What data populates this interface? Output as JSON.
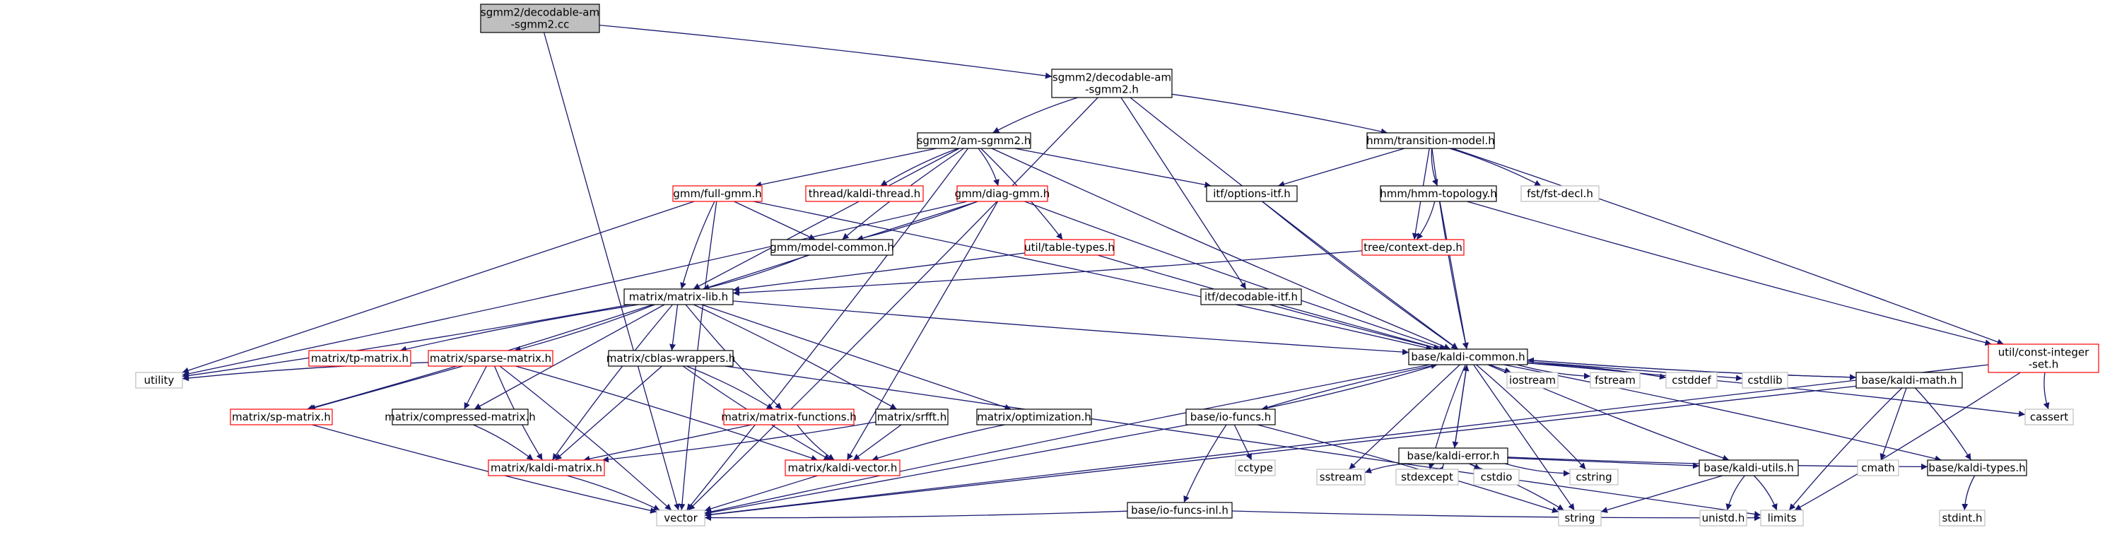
{
  "graph": {
    "colors": {
      "edge": "#191970",
      "root_fill": "#bfbfbf",
      "documented_border": "#000000",
      "undocumented_border": "#ff0000",
      "external_border": "#bfbfbf",
      "background": "#ffffff"
    },
    "nodes": [
      {
        "id": "n_root",
        "label": [
          "sgmm2/decodable-am",
          "-sgmm2.cc"
        ],
        "kind": "root"
      },
      {
        "id": "n_dec_h",
        "label": [
          "sgmm2/decodable-am",
          "-sgmm2.h"
        ],
        "kind": "documented"
      },
      {
        "id": "n_am",
        "label": [
          "sgmm2/am-sgmm2.h"
        ],
        "kind": "documented"
      },
      {
        "id": "n_tm",
        "label": [
          "hmm/transition-model.h"
        ],
        "kind": "documented"
      },
      {
        "id": "n_fullgmm",
        "label": [
          "gmm/full-gmm.h"
        ],
        "kind": "undocumented"
      },
      {
        "id": "n_thread",
        "label": [
          "thread/kaldi-thread.h"
        ],
        "kind": "undocumented"
      },
      {
        "id": "n_diaggmm",
        "label": [
          "gmm/diag-gmm.h"
        ],
        "kind": "undocumented"
      },
      {
        "id": "n_options",
        "label": [
          "itf/options-itf.h"
        ],
        "kind": "documented"
      },
      {
        "id": "n_topo",
        "label": [
          "hmm/hmm-topology.h"
        ],
        "kind": "documented"
      },
      {
        "id": "n_fstdecl",
        "label": [
          "fst/fst-decl.h"
        ],
        "kind": "external"
      },
      {
        "id": "n_modelcommon",
        "label": [
          "gmm/model-common.h"
        ],
        "kind": "documented"
      },
      {
        "id": "n_tabletypes",
        "label": [
          "util/table-types.h"
        ],
        "kind": "undocumented"
      },
      {
        "id": "n_contextdep",
        "label": [
          "tree/context-dep.h"
        ],
        "kind": "undocumented"
      },
      {
        "id": "n_matrixlib",
        "label": [
          "matrix/matrix-lib.h"
        ],
        "kind": "documented"
      },
      {
        "id": "n_decitf",
        "label": [
          "itf/decodable-itf.h"
        ],
        "kind": "documented"
      },
      {
        "id": "n_constint",
        "label": [
          "util/const-integer",
          "-set.h"
        ],
        "kind": "undocumented"
      },
      {
        "id": "n_tpmatrix",
        "label": [
          "matrix/tp-matrix.h"
        ],
        "kind": "undocumented"
      },
      {
        "id": "n_sparse",
        "label": [
          "matrix/sparse-matrix.h"
        ],
        "kind": "undocumented"
      },
      {
        "id": "n_cblas",
        "label": [
          "matrix/cblas-wrappers.h"
        ],
        "kind": "documented"
      },
      {
        "id": "n_kcommon",
        "label": [
          "base/kaldi-common.h"
        ],
        "kind": "documented"
      },
      {
        "id": "n_utility",
        "label": [
          "utility"
        ],
        "kind": "external"
      },
      {
        "id": "n_spmatrix",
        "label": [
          "matrix/sp-matrix.h"
        ],
        "kind": "undocumented"
      },
      {
        "id": "n_compressed",
        "label": [
          "matrix/compressed-matrix.h"
        ],
        "kind": "documented"
      },
      {
        "id": "n_mfuncs",
        "label": [
          "matrix/matrix-functions.h"
        ],
        "kind": "undocumented"
      },
      {
        "id": "n_srfft",
        "label": [
          "matrix/srfft.h"
        ],
        "kind": "documented"
      },
      {
        "id": "n_optim",
        "label": [
          "matrix/optimization.h"
        ],
        "kind": "documented"
      },
      {
        "id": "n_iofuncs",
        "label": [
          "base/io-funcs.h"
        ],
        "kind": "documented"
      },
      {
        "id": "n_iostream",
        "label": [
          "iostream"
        ],
        "kind": "external"
      },
      {
        "id": "n_fstream",
        "label": [
          "fstream"
        ],
        "kind": "external"
      },
      {
        "id": "n_cstddef",
        "label": [
          "cstddef"
        ],
        "kind": "external"
      },
      {
        "id": "n_cstdlib",
        "label": [
          "cstdlib"
        ],
        "kind": "external"
      },
      {
        "id": "n_kmath",
        "label": [
          "base/kaldi-math.h"
        ],
        "kind": "documented"
      },
      {
        "id": "n_cassert",
        "label": [
          "cassert"
        ],
        "kind": "external"
      },
      {
        "id": "n_kerror",
        "label": [
          "base/kaldi-error.h"
        ],
        "kind": "documented"
      },
      {
        "id": "n_kmatrix",
        "label": [
          "matrix/kaldi-matrix.h"
        ],
        "kind": "undocumented"
      },
      {
        "id": "n_kvector",
        "label": [
          "matrix/kaldi-vector.h"
        ],
        "kind": "undocumented"
      },
      {
        "id": "n_cctype",
        "label": [
          "cctype"
        ],
        "kind": "external"
      },
      {
        "id": "n_ioinl",
        "label": [
          "base/io-funcs-inl.h"
        ],
        "kind": "documented"
      },
      {
        "id": "n_sstream",
        "label": [
          "sstream"
        ],
        "kind": "external"
      },
      {
        "id": "n_stdexcept",
        "label": [
          "stdexcept"
        ],
        "kind": "external"
      },
      {
        "id": "n_cstdio",
        "label": [
          "cstdio"
        ],
        "kind": "external"
      },
      {
        "id": "n_cstring",
        "label": [
          "cstring"
        ],
        "kind": "external"
      },
      {
        "id": "n_kutils",
        "label": [
          "base/kaldi-utils.h"
        ],
        "kind": "documented"
      },
      {
        "id": "n_cmath",
        "label": [
          "cmath"
        ],
        "kind": "external"
      },
      {
        "id": "n_ktypes",
        "label": [
          "base/kaldi-types.h"
        ],
        "kind": "documented"
      },
      {
        "id": "n_vector",
        "label": [
          "vector"
        ],
        "kind": "external"
      },
      {
        "id": "n_string",
        "label": [
          "string"
        ],
        "kind": "external"
      },
      {
        "id": "n_unistd",
        "label": [
          "unistd.h"
        ],
        "kind": "external"
      },
      {
        "id": "n_limits",
        "label": [
          "limits"
        ],
        "kind": "external"
      },
      {
        "id": "n_stdint",
        "label": [
          "stdint.h"
        ],
        "kind": "external"
      }
    ],
    "edges": [
      [
        "n_root",
        "n_dec_h"
      ],
      [
        "n_root",
        "n_vector"
      ],
      [
        "n_dec_h",
        "n_am"
      ],
      [
        "n_dec_h",
        "n_tm"
      ],
      [
        "n_dec_h",
        "n_decitf"
      ],
      [
        "n_dec_h",
        "n_kcommon"
      ],
      [
        "n_dec_h",
        "n_vector"
      ],
      [
        "n_am",
        "n_fullgmm"
      ],
      [
        "n_am",
        "n_thread"
      ],
      [
        "n_am",
        "n_diaggmm"
      ],
      [
        "n_am",
        "n_options"
      ],
      [
        "n_am",
        "n_modelcommon"
      ],
      [
        "n_am",
        "n_tabletypes"
      ],
      [
        "n_am",
        "n_matrixlib"
      ],
      [
        "n_am",
        "n_kcommon"
      ],
      [
        "n_am",
        "n_vector"
      ],
      [
        "n_tm",
        "n_options"
      ],
      [
        "n_tm",
        "n_topo"
      ],
      [
        "n_tm",
        "n_fstdecl"
      ],
      [
        "n_tm",
        "n_contextdep"
      ],
      [
        "n_tm",
        "n_kcommon"
      ],
      [
        "n_tm",
        "n_constint"
      ],
      [
        "n_fullgmm",
        "n_modelcommon"
      ],
      [
        "n_fullgmm",
        "n_matrixlib"
      ],
      [
        "n_fullgmm",
        "n_kcommon"
      ],
      [
        "n_fullgmm",
        "n_utility"
      ],
      [
        "n_fullgmm",
        "n_vector"
      ],
      [
        "n_diaggmm",
        "n_modelcommon"
      ],
      [
        "n_diaggmm",
        "n_matrixlib"
      ],
      [
        "n_diaggmm",
        "n_kcommon"
      ],
      [
        "n_diaggmm",
        "n_utility"
      ],
      [
        "n_diaggmm",
        "n_kvector"
      ],
      [
        "n_options",
        "n_kcommon"
      ],
      [
        "n_topo",
        "n_contextdep"
      ],
      [
        "n_topo",
        "n_kcommon"
      ],
      [
        "n_topo",
        "n_constint"
      ],
      [
        "n_modelcommon",
        "n_matrixlib"
      ],
      [
        "n_tabletypes",
        "n_matrixlib"
      ],
      [
        "n_tabletypes",
        "n_kcommon"
      ],
      [
        "n_contextdep",
        "n_matrixlib"
      ],
      [
        "n_decitf",
        "n_kcommon"
      ],
      [
        "n_constint",
        "n_cassert"
      ],
      [
        "n_constint",
        "n_limits"
      ],
      [
        "n_constint",
        "n_vector"
      ],
      [
        "n_matrixlib",
        "n_tpmatrix"
      ],
      [
        "n_matrixlib",
        "n_sparse"
      ],
      [
        "n_matrixlib",
        "n_cblas"
      ],
      [
        "n_matrixlib",
        "n_kcommon"
      ],
      [
        "n_matrixlib",
        "n_spmatrix"
      ],
      [
        "n_matrixlib",
        "n_compressed"
      ],
      [
        "n_matrixlib",
        "n_mfuncs"
      ],
      [
        "n_matrixlib",
        "n_srfft"
      ],
      [
        "n_matrixlib",
        "n_optim"
      ],
      [
        "n_matrixlib",
        "n_kmatrix"
      ],
      [
        "n_matrixlib",
        "n_utility"
      ],
      [
        "n_sparse",
        "n_compressed"
      ],
      [
        "n_sparse",
        "n_kmatrix"
      ],
      [
        "n_sparse",
        "n_kvector"
      ],
      [
        "n_sparse",
        "n_spmatrix"
      ],
      [
        "n_sparse",
        "n_utility"
      ],
      [
        "n_sparse",
        "n_vector"
      ],
      [
        "n_cblas",
        "n_kmatrix"
      ],
      [
        "n_cblas",
        "n_kvector"
      ],
      [
        "n_cblas",
        "n_mfuncs"
      ],
      [
        "n_cblas",
        "n_limits"
      ],
      [
        "n_spmatrix",
        "n_vector"
      ],
      [
        "n_compressed",
        "n_kmatrix"
      ],
      [
        "n_mfuncs",
        "n_kmatrix"
      ],
      [
        "n_mfuncs",
        "n_kvector"
      ],
      [
        "n_srfft",
        "n_kmatrix"
      ],
      [
        "n_srfft",
        "n_kvector"
      ],
      [
        "n_optim",
        "n_kvector"
      ],
      [
        "n_kcommon",
        "n_iofuncs"
      ],
      [
        "n_kcommon",
        "n_iostream"
      ],
      [
        "n_kcommon",
        "n_fstream"
      ],
      [
        "n_kcommon",
        "n_cstddef"
      ],
      [
        "n_kcommon",
        "n_cstdlib"
      ],
      [
        "n_kcommon",
        "n_kmath"
      ],
      [
        "n_kcommon",
        "n_cassert"
      ],
      [
        "n_kcommon",
        "n_kerror"
      ],
      [
        "n_kcommon",
        "n_kutils"
      ],
      [
        "n_kcommon",
        "n_ktypes"
      ],
      [
        "n_kcommon",
        "n_sstream"
      ],
      [
        "n_kcommon",
        "n_stdexcept"
      ],
      [
        "n_kcommon",
        "n_cstring"
      ],
      [
        "n_kcommon",
        "n_string"
      ],
      [
        "n_kcommon",
        "n_vector"
      ],
      [
        "n_iofuncs",
        "n_kcommon"
      ],
      [
        "n_iofuncs",
        "n_cctype"
      ],
      [
        "n_iofuncs",
        "n_ioinl"
      ],
      [
        "n_iofuncs",
        "n_string"
      ],
      [
        "n_iofuncs",
        "n_vector"
      ],
      [
        "n_ioinl",
        "n_limits"
      ],
      [
        "n_ioinl",
        "n_vector"
      ],
      [
        "n_kerror",
        "n_kcommon"
      ],
      [
        "n_kerror",
        "n_sstream"
      ],
      [
        "n_kerror",
        "n_stdexcept"
      ],
      [
        "n_kerror",
        "n_cstdio"
      ],
      [
        "n_kerror",
        "n_cstring"
      ],
      [
        "n_kerror",
        "n_string"
      ],
      [
        "n_kerror",
        "n_kutils"
      ],
      [
        "n_kerror",
        "n_ktypes"
      ],
      [
        "n_kmath",
        "n_kcommon"
      ],
      [
        "n_kmath",
        "n_cmath"
      ],
      [
        "n_kmath",
        "n_limits"
      ],
      [
        "n_kmath",
        "n_ktypes"
      ],
      [
        "n_kmath",
        "n_vector"
      ],
      [
        "n_kutils",
        "n_unistd"
      ],
      [
        "n_kutils",
        "n_limits"
      ],
      [
        "n_kutils",
        "n_string"
      ],
      [
        "n_ktypes",
        "n_stdint"
      ],
      [
        "n_kmatrix",
        "n_vector"
      ],
      [
        "n_kvector",
        "n_vector"
      ]
    ]
  }
}
